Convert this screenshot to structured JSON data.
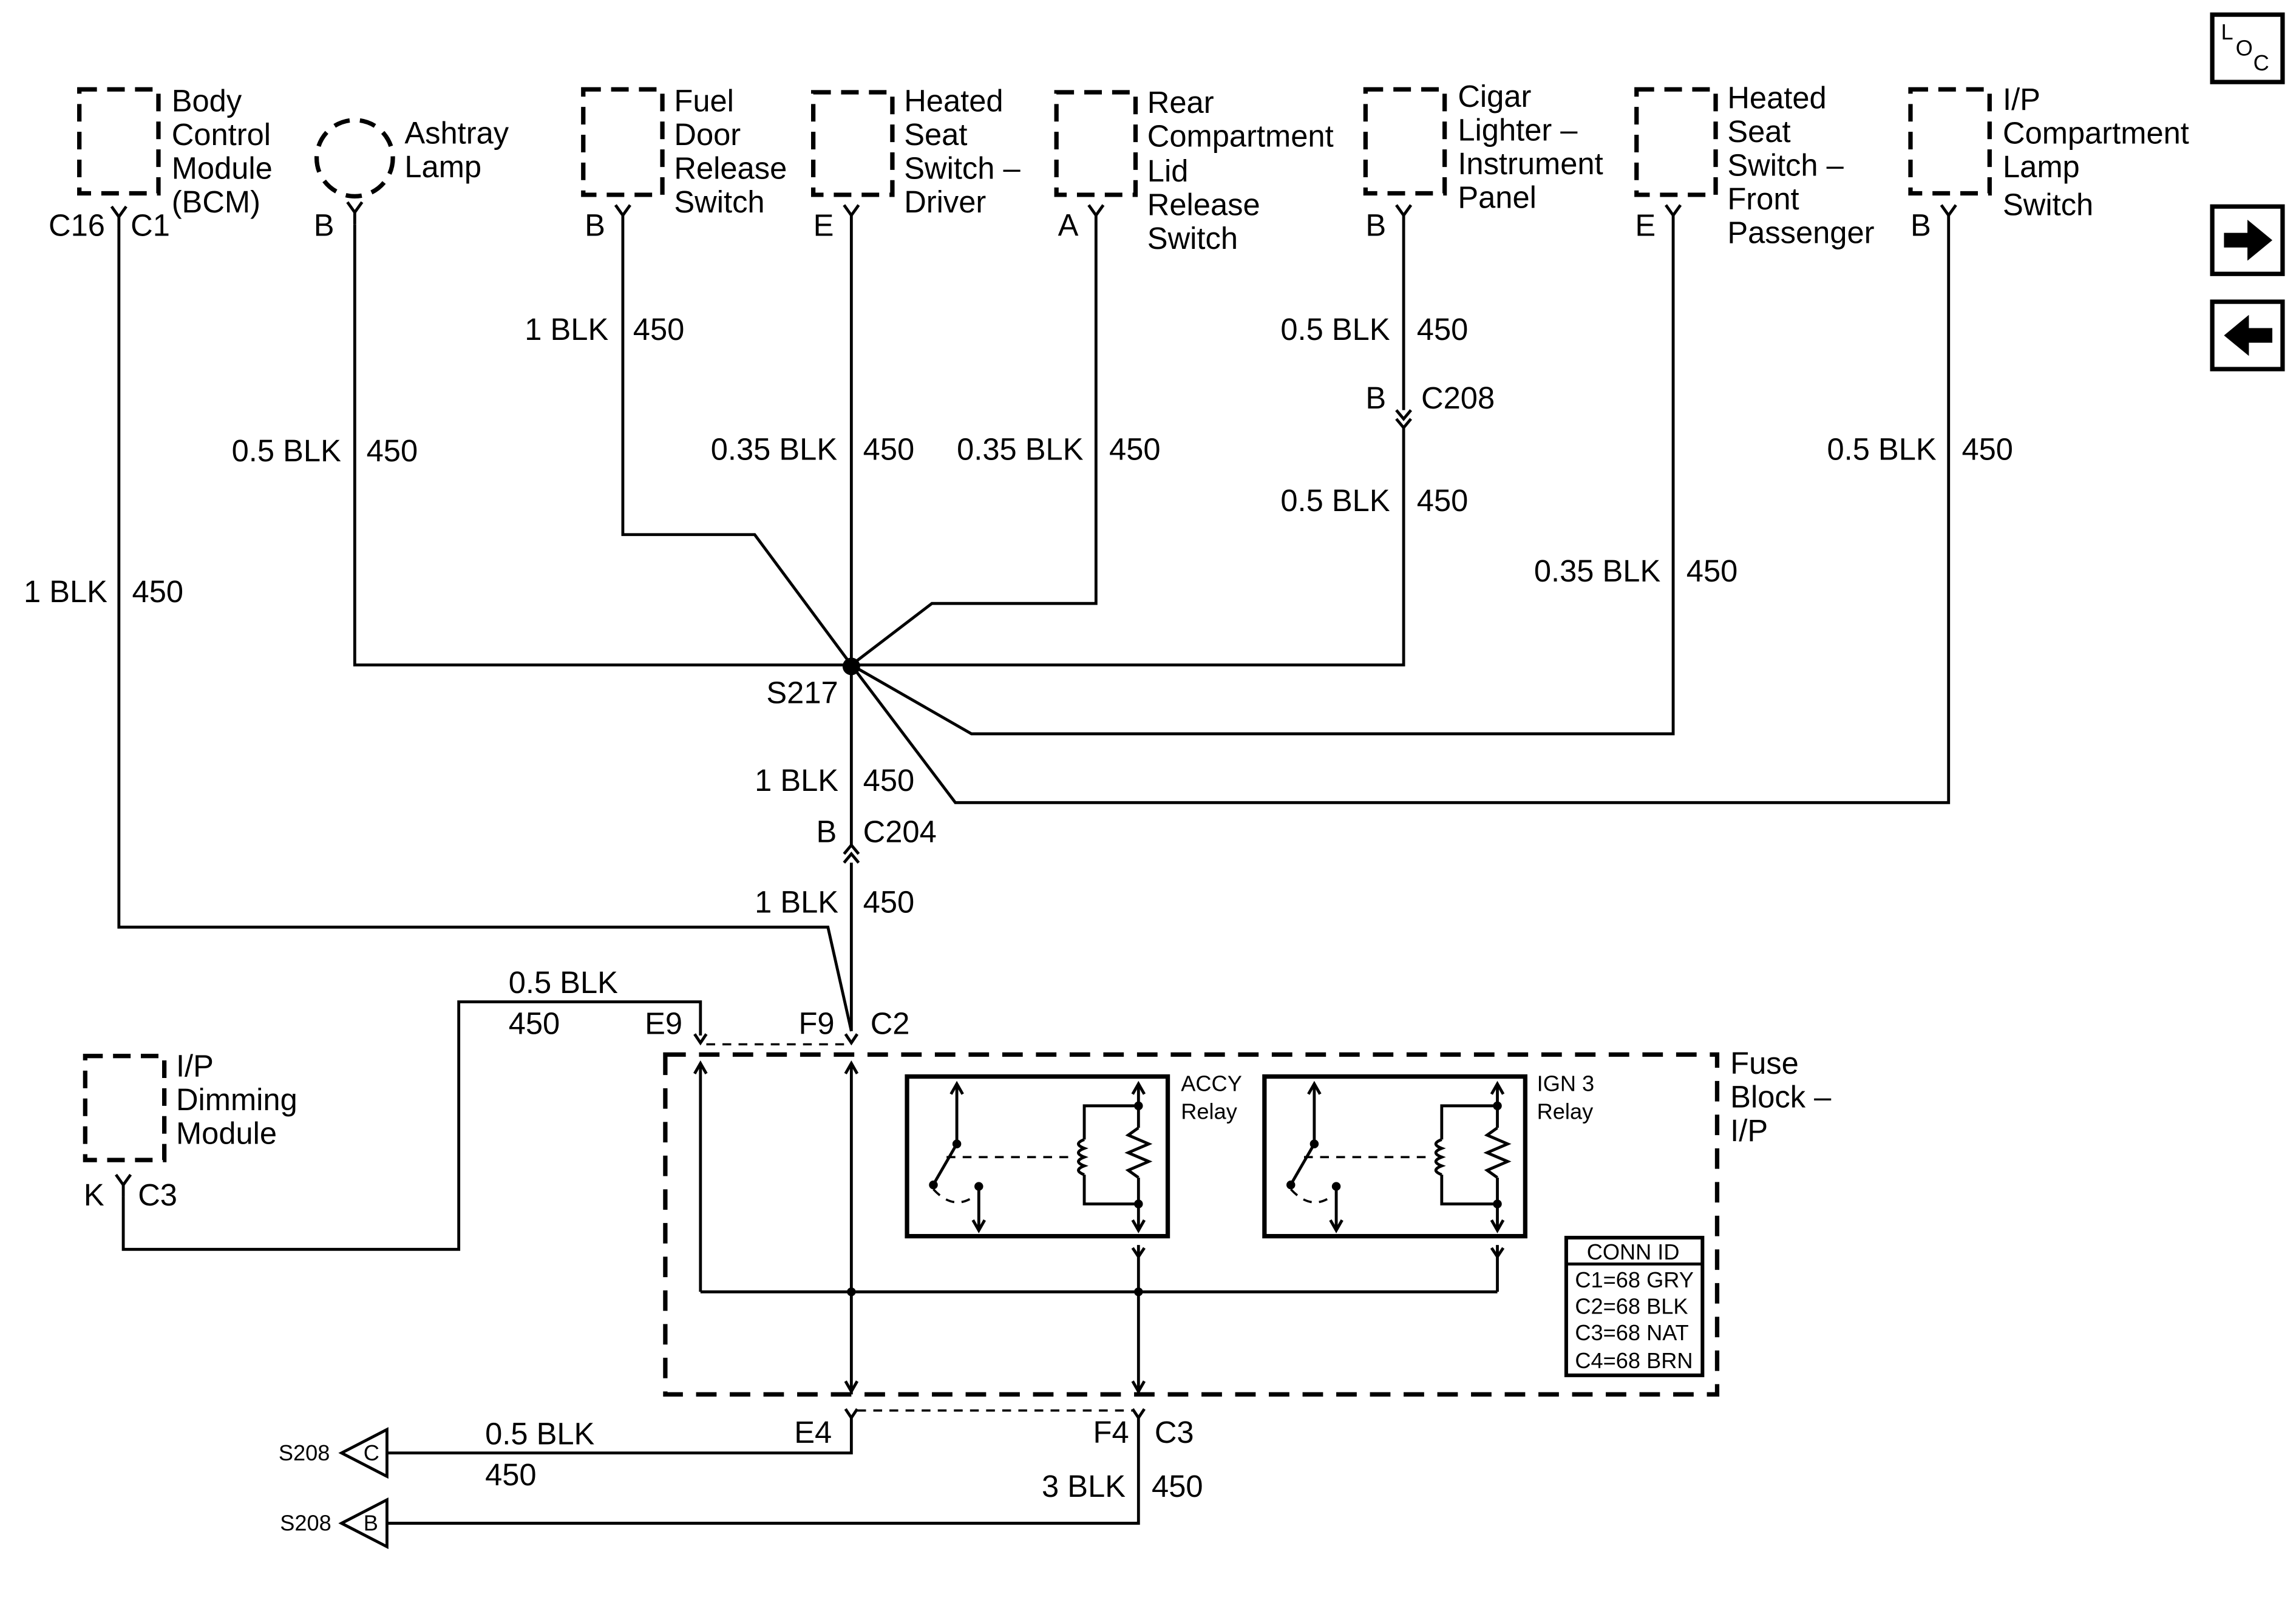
{
  "components": {
    "bcm": {
      "lines": [
        "Body",
        "Control",
        "Module",
        "(BCM)"
      ],
      "pin_left": "C16",
      "pin_right": "C1"
    },
    "ashtray": {
      "lines": [
        "Ashtray",
        "Lamp"
      ],
      "pin": "B"
    },
    "fuel_door": {
      "lines": [
        "Fuel",
        "Door",
        "Release",
        "Switch"
      ],
      "pin": "B"
    },
    "seat_driver": {
      "lines": [
        "Heated",
        "Seat",
        "Switch –",
        "Driver"
      ],
      "pin": "E"
    },
    "rear_comp": {
      "lines": [
        "Rear",
        "Compartment",
        "Lid",
        "Release",
        "Switch"
      ],
      "pin": "A"
    },
    "cigar": {
      "lines": [
        "Cigar",
        "Lighter –",
        "Instrument",
        "Panel"
      ],
      "pin": "B"
    },
    "seat_pass": {
      "lines": [
        "Heated",
        "Seat",
        "Switch –",
        "Front",
        "Passenger"
      ],
      "pin": "E"
    },
    "ip_comp": {
      "lines": [
        "I/P",
        "Compartment",
        "Lamp",
        "Switch"
      ],
      "pin": "B"
    },
    "ip_dimming": {
      "lines": [
        "I/P",
        "Dimming",
        "Module"
      ],
      "pin_left": "K",
      "pin_right": "C3"
    },
    "fuse_block": {
      "lines": [
        "Fuse",
        "Block –",
        "I/P"
      ]
    }
  },
  "wires": {
    "bcm": {
      "gauge": "1 BLK",
      "circuit": "450"
    },
    "ashtray": {
      "gauge": "0.5 BLK",
      "circuit": "450"
    },
    "fuel_door": {
      "gauge": "1 BLK",
      "circuit": "450"
    },
    "seat_driver": {
      "gauge": "0.35 BLK",
      "circuit": "450"
    },
    "rear_comp": {
      "gauge": "0.35 BLK",
      "circuit": "450"
    },
    "cigar_upper": {
      "gauge": "0.5 BLK",
      "circuit": "450"
    },
    "cigar_lower": {
      "gauge": "0.5 BLK",
      "circuit": "450"
    },
    "seat_pass": {
      "gauge": "0.35 BLK",
      "circuit": "450"
    },
    "ip_comp": {
      "gauge": "0.5 BLK",
      "circuit": "450"
    },
    "s217_down": {
      "gauge": "1 BLK",
      "circuit": "450"
    },
    "c204_down": {
      "gauge": "1 BLK",
      "circuit": "450"
    },
    "dimming": {
      "gauge": "0.5 BLK",
      "circuit": "450"
    },
    "s208c": {
      "gauge": "0.5 BLK",
      "circuit": "450"
    },
    "s208b": {
      "gauge": "3 BLK",
      "circuit": "450"
    }
  },
  "splices": {
    "s217": "S217"
  },
  "connectors": {
    "c208": {
      "pin": "B",
      "name": "C208"
    },
    "c204": {
      "pin": "B",
      "name": "C204"
    },
    "top_pins": {
      "e9": "E9",
      "f9": "F9",
      "conn": "C2"
    },
    "bottom_pins": {
      "e4": "E4",
      "f4": "F4",
      "conn": "C3"
    }
  },
  "relays": {
    "accy": {
      "line1": "ACCY",
      "line2": "Relay"
    },
    "ign3": {
      "line1": "IGN 3",
      "line2": "Relay"
    }
  },
  "conn_id": {
    "title": "CONN ID",
    "rows": [
      "C1=68 GRY",
      "C2=68 BLK",
      "C3=68 NAT",
      "C4=68 BRN"
    ]
  },
  "grounds": {
    "s208c": {
      "name": "S208",
      "letter": "C"
    },
    "s208b": {
      "name": "S208",
      "letter": "B"
    }
  },
  "nav": {
    "loc": {
      "l": "L",
      "o": "O",
      "c": "C"
    },
    "next_icon": "arrow-right-icon",
    "prev_icon": "arrow-left-icon"
  }
}
